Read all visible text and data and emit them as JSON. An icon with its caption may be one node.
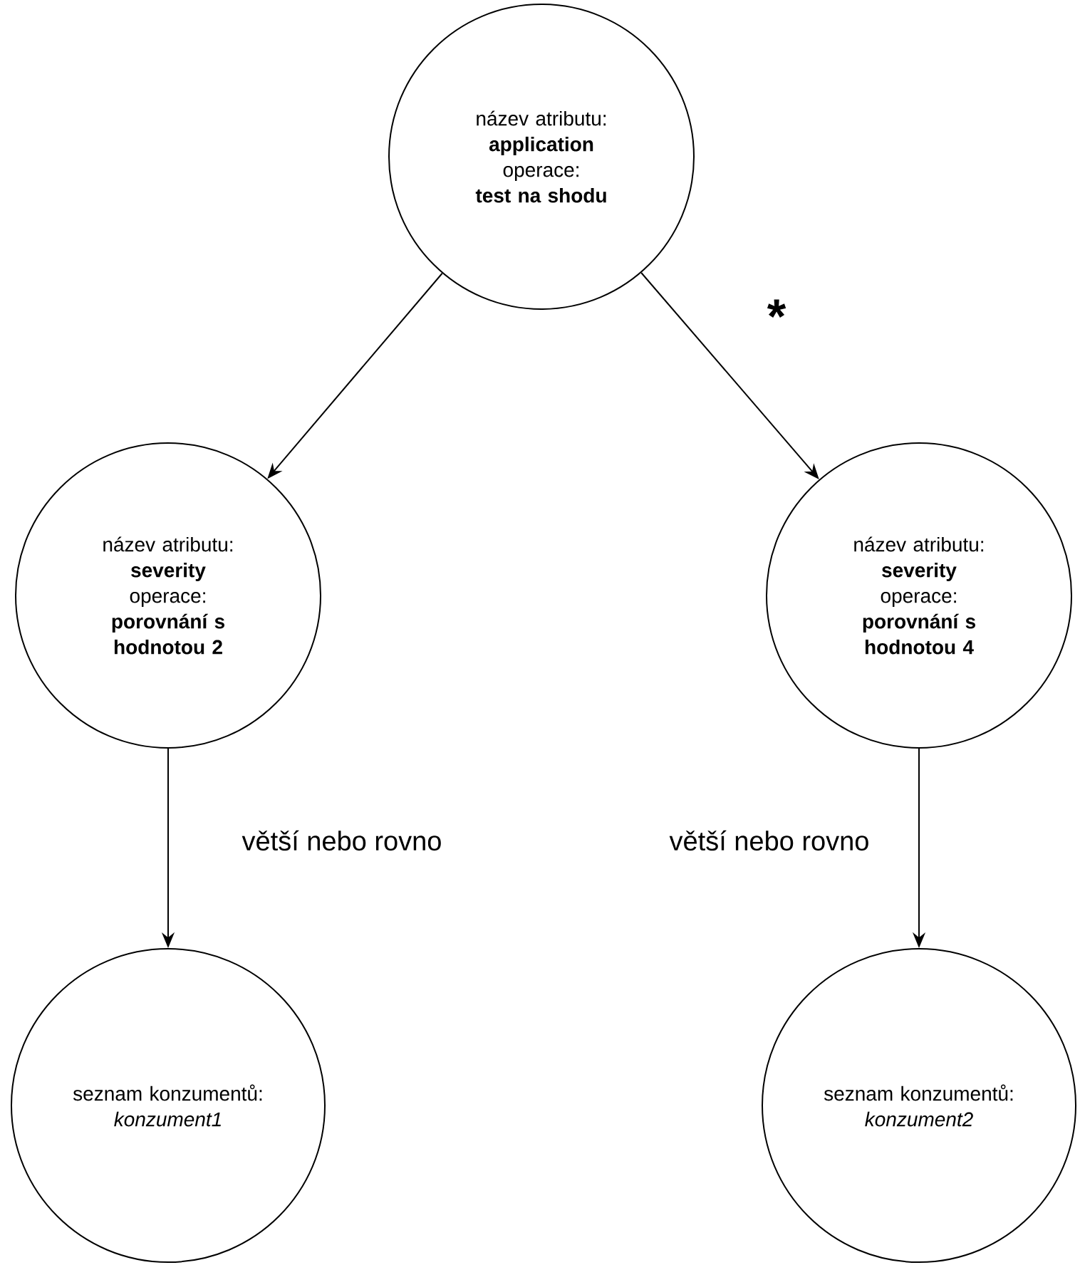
{
  "diagram": {
    "nodes": [
      {
        "text": [
          "název atributu:",
          "application",
          "operace:",
          "test na shodu"
        ]
      },
      {
        "text": [
          "název atributu:",
          "severity",
          "operace:",
          "porovnání s hodnotou 2"
        ]
      },
      {
        "text": [
          "název atributu:",
          "severity",
          "operace:",
          "porovnání s hodnotou 4"
        ]
      },
      {
        "text": [
          "seznam konzumentů:",
          "konzument1"
        ]
      },
      {
        "text": [
          "seznam konzumentů:",
          "konzument2"
        ]
      }
    ],
    "edges": [
      {
        "from": 0,
        "to": 1,
        "arrow": "to"
      },
      {
        "from": 0,
        "to": 2,
        "arrow": "to",
        "label": "*"
      },
      {
        "from": 1,
        "to": 3,
        "arrow": "to",
        "label": "větší nebo rovno"
      },
      {
        "from": 2,
        "to": 4,
        "arrow": "to",
        "label": "větší nebo rovno"
      }
    ]
  }
}
